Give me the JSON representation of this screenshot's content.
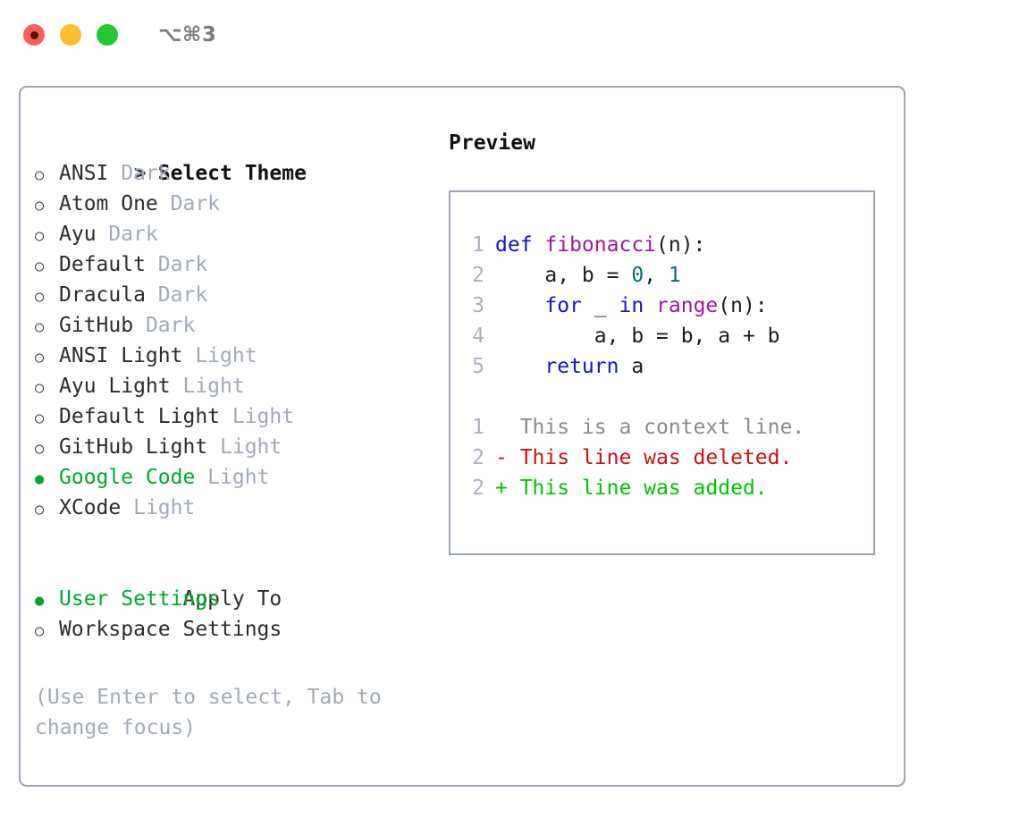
{
  "titlebar": {
    "shortcut": "⌥⌘3",
    "traffic_lights": [
      {
        "name": "close",
        "color": "#fb6058"
      },
      {
        "name": "minimize",
        "color": "#fcbd2e"
      },
      {
        "name": "zoom",
        "color": "#25c833"
      }
    ]
  },
  "theme_panel": {
    "heading": "Select Theme",
    "caret": ">",
    "marker_unselected": "○",
    "marker_selected": "●",
    "items": [
      {
        "label": "ANSI",
        "variant": "Dark",
        "selected": false
      },
      {
        "label": "Atom One",
        "variant": "Dark",
        "selected": false
      },
      {
        "label": "Ayu",
        "variant": "Dark",
        "selected": false
      },
      {
        "label": "Default",
        "variant": "Dark",
        "selected": false
      },
      {
        "label": "Dracula",
        "variant": "Dark",
        "selected": false
      },
      {
        "label": "GitHub",
        "variant": "Dark",
        "selected": false
      },
      {
        "label": "ANSI Light",
        "variant": "Light",
        "selected": false
      },
      {
        "label": "Ayu Light",
        "variant": "Light",
        "selected": false
      },
      {
        "label": "Default Light",
        "variant": "Light",
        "selected": false
      },
      {
        "label": "GitHub Light",
        "variant": "Light",
        "selected": false
      },
      {
        "label": "Google Code",
        "variant": "Light",
        "selected": true
      },
      {
        "label": "XCode",
        "variant": "Light",
        "selected": false
      }
    ]
  },
  "apply_to": {
    "heading": "Apply To",
    "items": [
      {
        "label": "User Settings",
        "selected": true
      },
      {
        "label": "Workspace Settings",
        "selected": false
      }
    ]
  },
  "hint": "(Use Enter to select, Tab to change focus)",
  "preview": {
    "title": "Preview",
    "code_lines": [
      {
        "num": "1",
        "tokens": [
          {
            "t": "def ",
            "c": "kw"
          },
          {
            "t": "fibonacci",
            "c": "fn"
          },
          {
            "t": "(n):",
            "c": "pl"
          }
        ]
      },
      {
        "num": "2",
        "tokens": [
          {
            "t": "    a, b = ",
            "c": "pl"
          },
          {
            "t": "0",
            "c": "num"
          },
          {
            "t": ", ",
            "c": "pl"
          },
          {
            "t": "1",
            "c": "num"
          }
        ]
      },
      {
        "num": "3",
        "tokens": [
          {
            "t": "    ",
            "c": "pl"
          },
          {
            "t": "for",
            "c": "kw"
          },
          {
            "t": " _ ",
            "c": "pl"
          },
          {
            "t": "in",
            "c": "kw"
          },
          {
            "t": " ",
            "c": "pl"
          },
          {
            "t": "range",
            "c": "fn"
          },
          {
            "t": "(n):",
            "c": "pl"
          }
        ]
      },
      {
        "num": "4",
        "tokens": [
          {
            "t": "        a, b = b, a + b",
            "c": "pl"
          }
        ]
      },
      {
        "num": "5",
        "tokens": [
          {
            "t": "    ",
            "c": "pl"
          },
          {
            "t": "return",
            "c": "kw"
          },
          {
            "t": " a",
            "c": "pl"
          }
        ]
      }
    ],
    "diff_lines": [
      {
        "num": "1",
        "text": "  This is a context line.",
        "kind": "diff-ctx"
      },
      {
        "num": "2",
        "text": "- This line was deleted.",
        "kind": "diff-del"
      },
      {
        "num": "2",
        "text": "+ This line was added.",
        "kind": "diff-add"
      }
    ]
  },
  "colors": {
    "accent_green": "#00a82d",
    "border": "#9aa5b4",
    "muted": "#a2aab8",
    "keyword": "#1414c8",
    "function": "#9c1a9c",
    "number": "#00726f",
    "diff_add": "#00c400",
    "diff_del": "#cc1111",
    "diff_ctx": "#8a8a8a",
    "line_number": "#a8b2c2"
  }
}
